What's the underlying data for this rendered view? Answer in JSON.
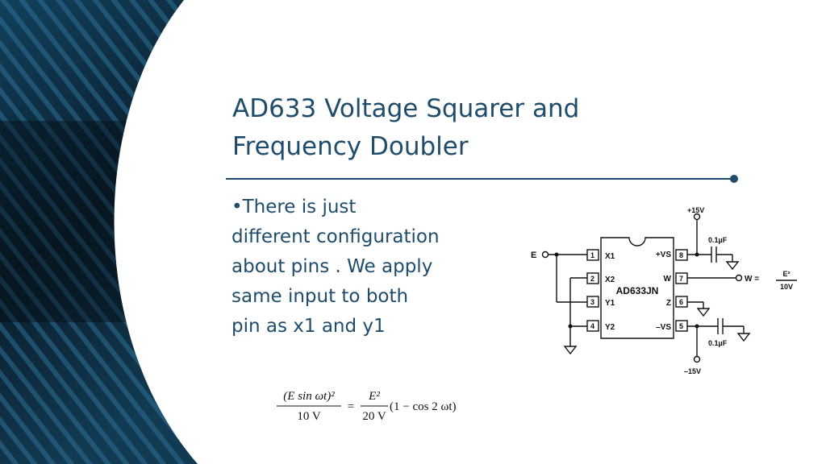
{
  "title": {
    "line1": "AD633 Voltage Squarer and",
    "line2": "Frequency Doubler"
  },
  "bullet": {
    "lines": [
      "•There is just",
      "different configuration",
      "about pins . We apply",
      "same input to both",
      "pin as x1 and y1"
    ]
  },
  "circuit": {
    "chip_name": "AD633JN",
    "supply_pos": "+15V",
    "supply_neg": "–15V",
    "cap_top": "0.1µF",
    "cap_bottom": "0.1µF",
    "input": "E",
    "output_prefix": "W =",
    "output_num": "E²",
    "output_den": "10V",
    "left_pins": [
      {
        "num": "1",
        "label": "X1"
      },
      {
        "num": "2",
        "label": "X2"
      },
      {
        "num": "3",
        "label": "Y1"
      },
      {
        "num": "4",
        "label": "Y2"
      }
    ],
    "right_pins": [
      {
        "num": "8",
        "label": "+VS"
      },
      {
        "num": "7",
        "label": "W"
      },
      {
        "num": "6",
        "label": "Z"
      },
      {
        "num": "5",
        "label": "–VS"
      }
    ]
  },
  "equation": {
    "lhs_num": "(E sin ωt)²",
    "lhs_den": "10 V",
    "equals": "=",
    "rhs_num": "E²",
    "rhs_den": "20 V",
    "rhs_paren": "(1 − cos 2 ωt)"
  },
  "colors": {
    "title": "#1e4c6a",
    "panel_dark": "#0a1a26",
    "panel_blue": "#1f5a7d"
  }
}
